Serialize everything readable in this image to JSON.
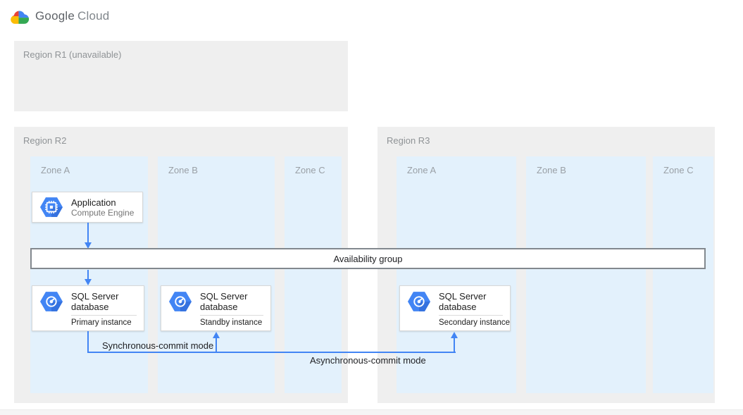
{
  "header": {
    "logo_google": "Google",
    "logo_cloud": "Cloud"
  },
  "regions": {
    "r1": {
      "label": "Region R1 (unavailable)"
    },
    "r2": {
      "label": "Region R2",
      "zones": [
        "Zone A",
        "Zone B",
        "Zone C"
      ]
    },
    "r3": {
      "label": "Region R3",
      "zones": [
        "Zone A",
        "Zone B",
        "Zone C"
      ]
    }
  },
  "nodes": {
    "application": {
      "title": "Application",
      "subtitle": "Compute Engine",
      "icon": "compute-engine-icon"
    },
    "availability_group": {
      "label": "Availability group"
    },
    "sql_primary": {
      "title": "SQL Server database",
      "instance": "Primary instance",
      "icon": "cloud-sql-icon"
    },
    "sql_standby": {
      "title": "SQL Server database",
      "instance": "Standby instance",
      "icon": "cloud-sql-icon"
    },
    "sql_secondary": {
      "title": "SQL Server database",
      "instance": "Secondary instance",
      "icon": "cloud-sql-icon"
    }
  },
  "connections": {
    "sync_label": "Synchronous-commit mode",
    "async_label": "Asynchronous-commit mode"
  },
  "colors": {
    "arrow_blue": "#4285f4",
    "zone_fill": "#e3f1fc",
    "region_fill": "#efefef",
    "icon_hex_blue": "#4285f4",
    "icon_hex_shade": "#3572df"
  }
}
